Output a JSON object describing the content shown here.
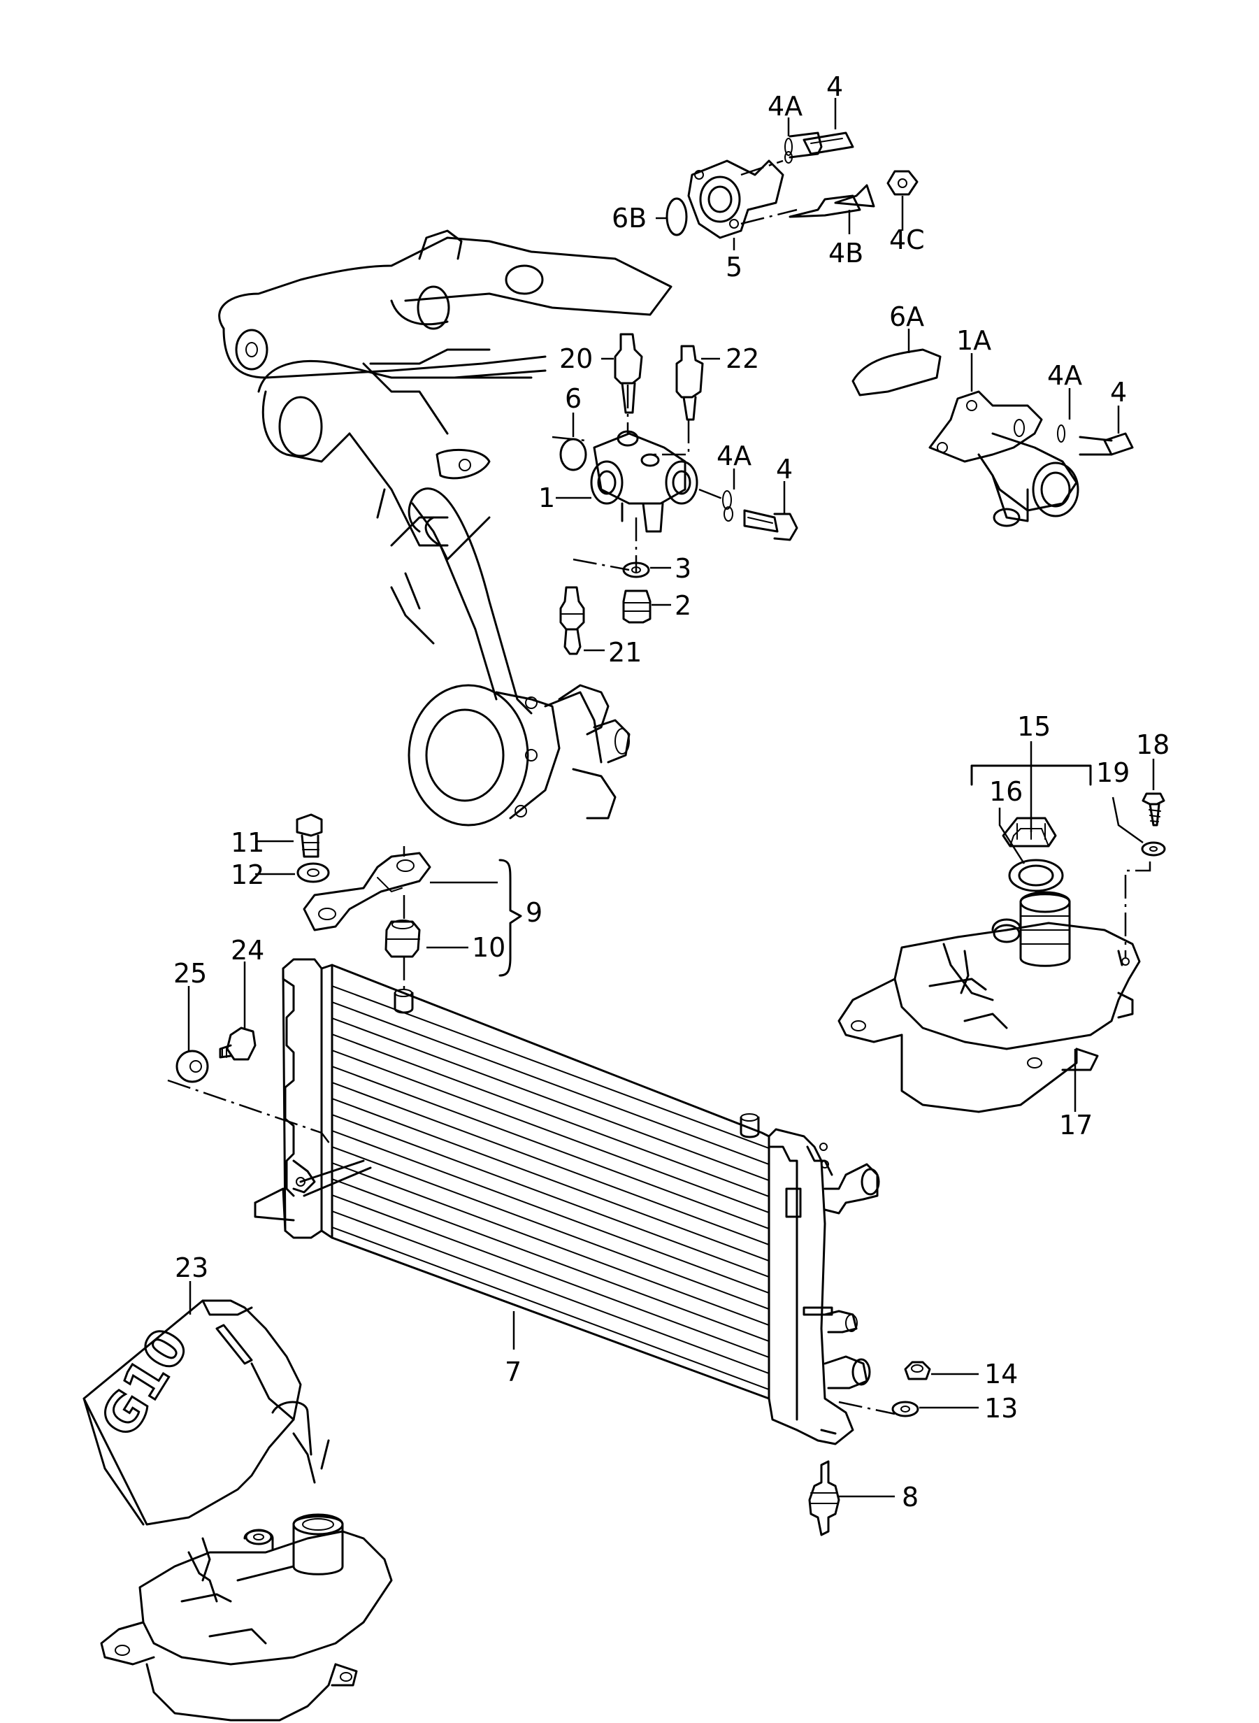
{
  "diagram": {
    "callouts": {
      "c4A_top": "4A",
      "c4_top": "4",
      "c6B": "6B",
      "c5": "5",
      "c4B": "4B",
      "c4C": "4C",
      "c6A": "6A",
      "c1A": "1A",
      "c4A_right": "4A",
      "c4_right": "4",
      "c20": "20",
      "c22": "22",
      "c6": "6",
      "c4A_mid": "4A",
      "c4_mid": "4",
      "c1": "1",
      "c3": "3",
      "c2": "2",
      "c21": "21",
      "c15": "15",
      "c18": "18",
      "c19": "19",
      "c16": "16",
      "c17": "17",
      "c11": "11",
      "c12": "12",
      "c9": "9",
      "c10": "10",
      "c24": "24",
      "c25": "25",
      "c7": "7",
      "c23": "23",
      "c14": "14",
      "c13": "13",
      "c8": "8"
    },
    "canister_label": "G10"
  }
}
